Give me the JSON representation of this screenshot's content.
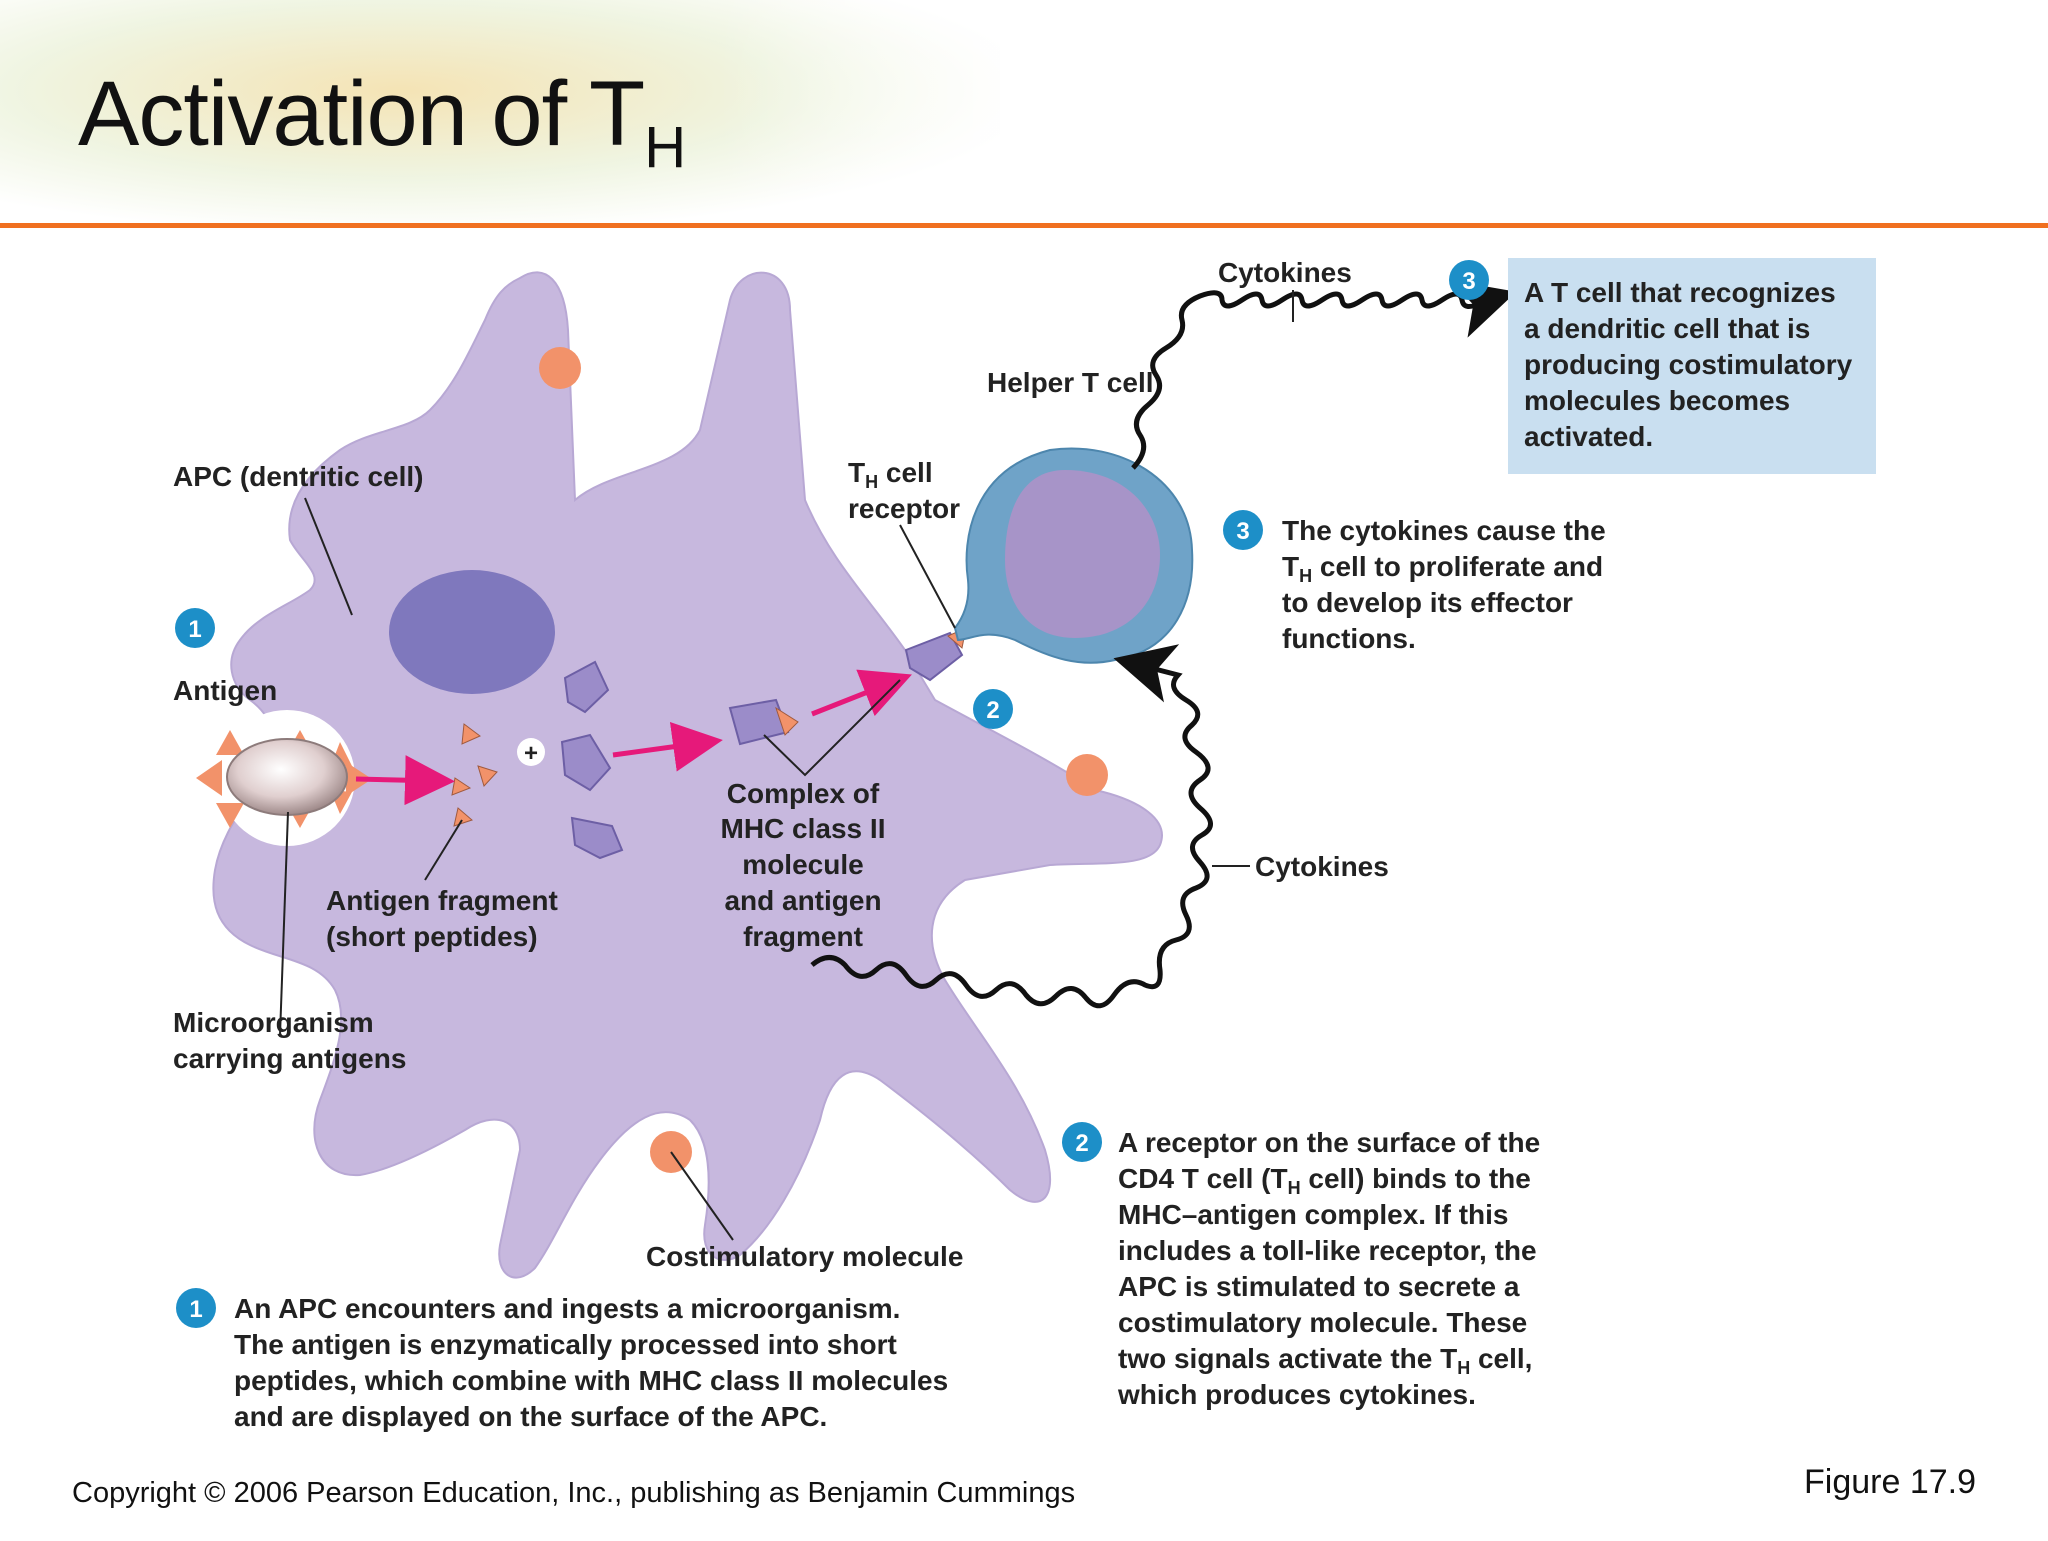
{
  "slide": {
    "title_main": "Activation of T",
    "title_sub": "H",
    "copyright": "Copyright © 2006 Pearson Education, Inc., publishing as Benjamin Cummings",
    "figure": "Figure 17.9"
  },
  "labels": {
    "apc": "APC (dentritic cell)",
    "antigen": "Antigen",
    "antigen_fragment_1": "Antigen fragment",
    "antigen_fragment_2": "(short peptides)",
    "microorganism_1": "Microorganism",
    "microorganism_2": "carrying antigens",
    "complex_1": "Complex of",
    "complex_2": "MHC class II",
    "complex_3": "molecule",
    "complex_4": "and antigen",
    "complex_5": "fragment",
    "th_receptor_1a": "T",
    "th_receptor_1sub": "H",
    "th_receptor_1b": " cell",
    "th_receptor_2": "receptor",
    "helper": "Helper T cell",
    "cytokines_top": "Cytokines",
    "cytokines_right": "Cytokines",
    "costim": "Costimulatory molecule",
    "plus": "+"
  },
  "steps": {
    "step1_num": "1",
    "step1_lines": [
      "An APC encounters and ingests a microorganism.",
      "The antigen is enzymatically processed into short",
      "peptides, which combine with MHC class II molecules",
      "and are displayed on the surface of the APC."
    ],
    "step2_num": "2",
    "step2_lines": [
      "A receptor on the surface of the",
      "CD4 T cell (T",
      "H",
      " cell) binds to the",
      "MHC–antigen complex. If this",
      "includes a toll-like receptor, the",
      "APC is stimulated to secrete a",
      "costimulatory molecule. These",
      "two signals activate the T",
      "H",
      " cell,",
      "which produces cytokines."
    ],
    "step3a_num": "3",
    "step3a_lines": [
      "The cytokines cause the",
      "T",
      "H",
      " cell to proliferate and",
      "to develop its effector",
      "functions."
    ],
    "step3b_num": "3",
    "step3b_lines": [
      "A T cell that recognizes",
      "a dendritic cell that is",
      "producing costimulatory",
      "molecules becomes",
      "activated."
    ]
  },
  "colors": {
    "apc_fill": "#c7b8de",
    "nucleus": "#7f78bd",
    "tcell_outer": "#6fa3c8",
    "tcell_inner": "#a794c8",
    "costim": "#f2926a",
    "arrow": "#e6197a",
    "badge": "#1d8fc8",
    "callout_box": "#c9dff0",
    "rule": "#f07020"
  }
}
